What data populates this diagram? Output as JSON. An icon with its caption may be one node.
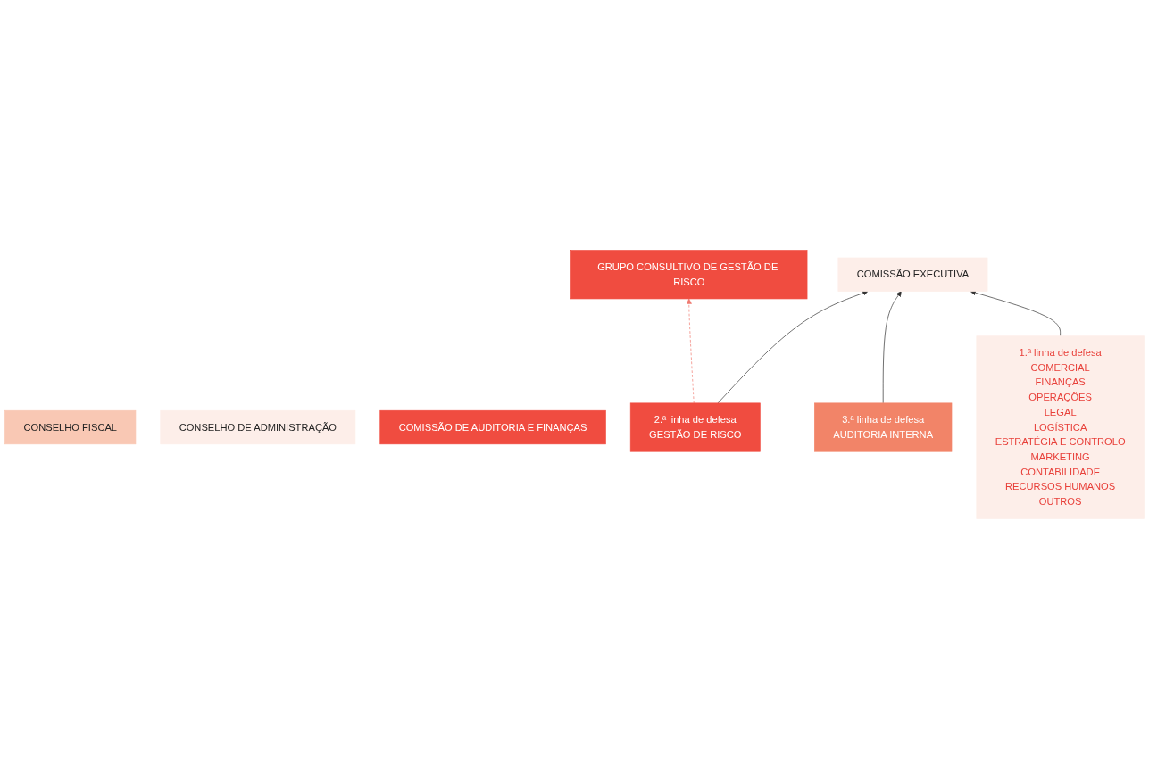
{
  "diagram": {
    "nodes": [
      {
        "text": [
          "GRUPO CONSULTIVO DE GESTÃO DE RISCO"
        ]
      },
      {
        "text": [
          "CONSELHO FISCAL"
        ]
      },
      {
        "text": [
          "CONSELHO DE ADMINISTRAÇÃO"
        ]
      },
      {
        "text": [
          "COMISSÃO DE AUDITORIA E FINANÇAS"
        ]
      },
      {
        "text": [
          "COMISSÃO EXECUTIVA"
        ]
      },
      {
        "text": [
          "2.ª linha de defesa",
          "GESTÃO DE RISCO"
        ]
      },
      {
        "text": [
          "3.ª linha de defesa",
          "AUDITORIA INTERNA"
        ]
      },
      {
        "text": [
          "1.ª linha de defesa",
          "COMERCIAL",
          "FINANÇAS",
          "OPERAÇÕES",
          "LEGAL",
          "LOGÍSTICA",
          "ESTRATÉGIA E CONTROLO",
          "MARKETING",
          "CONTABILIDADE",
          "RECURSOS HUMANOS",
          "OUTROS"
        ]
      }
    ],
    "edges": [
      {
        "from": 5,
        "to": 0,
        "arrow": "to",
        "style": "dashed",
        "color": "#f07a70"
      },
      {
        "from": 5,
        "to": 4,
        "arrow": "to"
      },
      {
        "from": 6,
        "to": 4,
        "arrow": "to"
      },
      {
        "from": 7,
        "to": 4,
        "arrow": "to"
      }
    ]
  }
}
